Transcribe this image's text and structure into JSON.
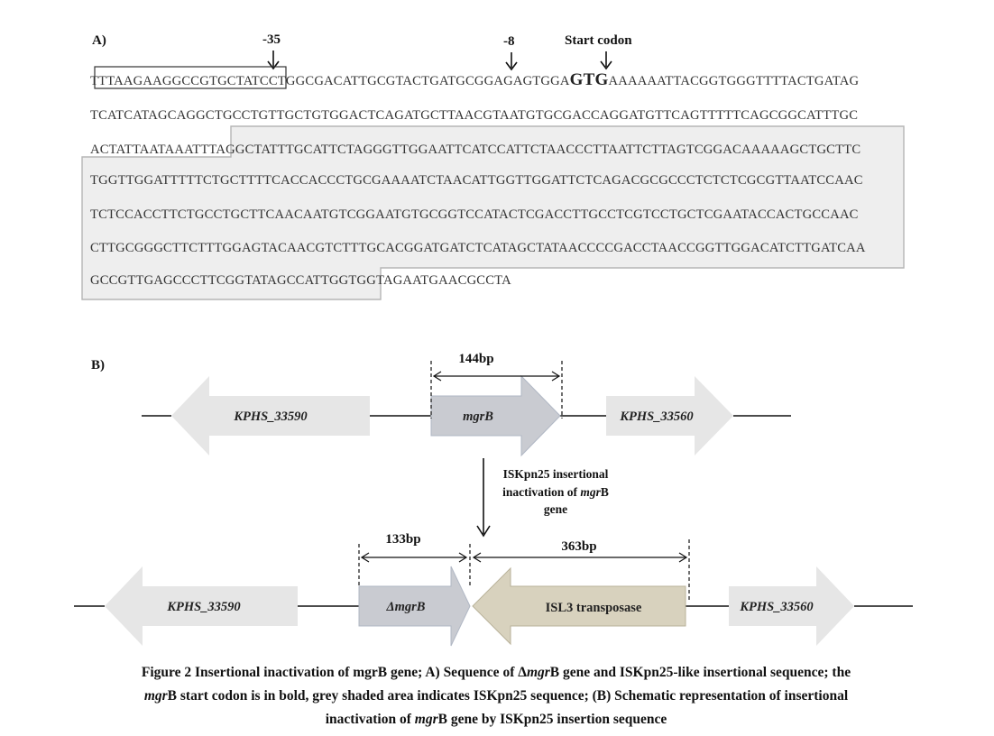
{
  "panel_a": {
    "label": "A)",
    "markers": {
      "m35": "-35",
      "m8": "-8",
      "start": "Start codon"
    },
    "line1": {
      "pre": "TTTAAGAAGGCCGTGCTATCCTGGCGACATTGCGTACTGATGCGGAGAGTGGA",
      "bold": "GTG",
      "post": "AAAAAATTACGGTGGGTTTTACTGATAG"
    },
    "line2": "TCATCATAGCAGGCTGCCTGTTGCTGTGGACTCAGATGCTTAACGTAATGTGCGACCAGGATGTTCAGTTTTTCAGCGGCATTTGC",
    "line3": "ACTATTAATAAATTTAGGCTATTTGCATTCTAGGGTTGGAATTCATCCATTCTAACCCTTAATTCTTAGTCGGACAAAAAGCTGCTTC",
    "line4": "TGGTTGGATTTTTCTGCTTTTCACCACCCTGCGAAAATCTAACATTGGTTGGATTCTCAGACGCGCCCTCTCTCGCGTTAATCCAAC",
    "line5": "TCTCCACCTTCTGCCTGCTTCAACAATGTCGGAATGTGCGGTCCATACTCGACCTTGCCTCGTCCTGCTCGAATACCACTGCCAAC",
    "line6": "CTTGCGGGCTTCTTTGGAGTACAACGTCTTTGCACGGATGATCTCATAGCTATAACCCCGACCTAACCGGTTGGACATCTTGATCAA",
    "line7": "GCCGTTGAGCCCTTCGGTATAGCCATTGGTGGTAGAATGAACGCCTA"
  },
  "panel_b": {
    "label": "B)",
    "top": {
      "dim": "144bp",
      "left_gene": "KPHS_33590",
      "mid_gene": "mgrB",
      "right_gene": "KPHS_33560"
    },
    "arrow_note": {
      "line1": "ISKpn25 insertional",
      "line2_pre": "inactivation of ",
      "line2_it": "mgr",
      "line2_post": "B",
      "line3": "gene"
    },
    "bottom": {
      "dim1": "133bp",
      "dim2": "363bp",
      "left_gene": "KPHS_33590",
      "mid_gene": "ΔmgrB",
      "transposase": "ISL3 transposase",
      "right_gene": "KPHS_33560"
    }
  },
  "caption": {
    "l1a": "Figure 2 Insertional inactivation of mgrB gene; A) Sequence of Δ",
    "l1b": "mgr",
    "l1c": "B gene and ISKpn25-like insertional sequence; the",
    "l2a": "mgr",
    "l2b": "B start codon is in bold, grey shaded area indicates ISKpn25 sequence; (B) Schematic representation of insertional",
    "l3a": "inactivation of ",
    "l3b": "mgr",
    "l3c": "B gene by ISKpn25 insertion sequence"
  },
  "colors": {
    "gene_grey": "#e6e6e6",
    "mgrb_fill": "#c9cbd1",
    "transposase_fill": "#d8d2be",
    "shade": "#eeeeee"
  }
}
